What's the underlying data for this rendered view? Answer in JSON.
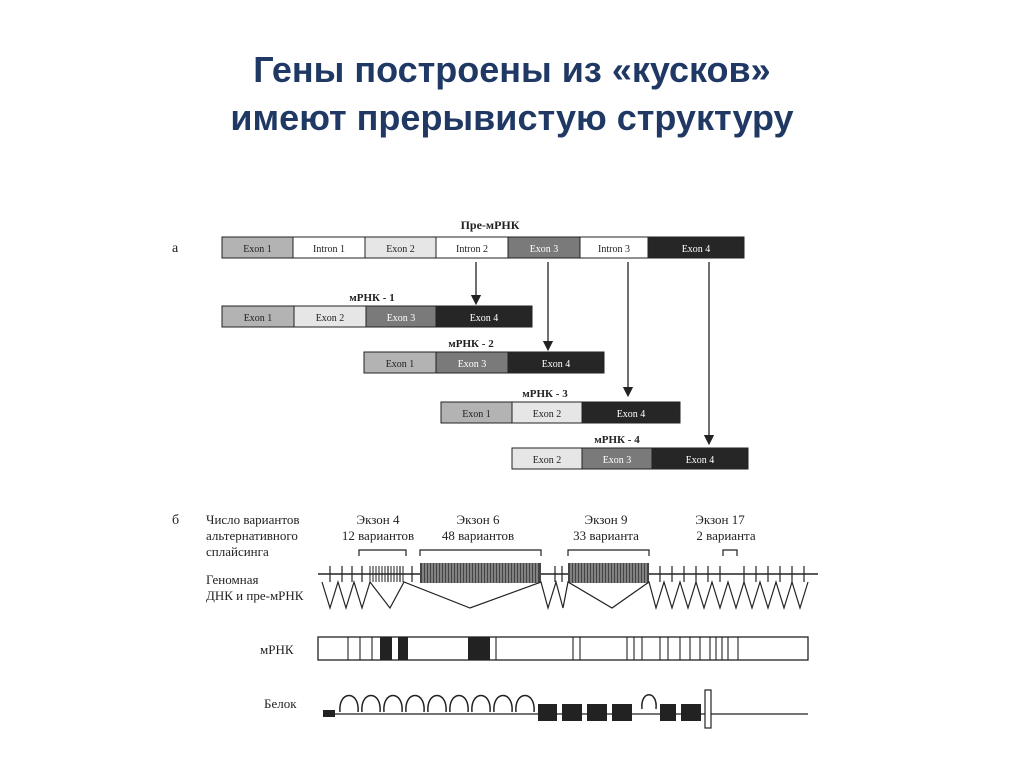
{
  "title": {
    "line1": "Гены построены из «кусков»",
    "line2": "имеют прерывистую структуру"
  },
  "panel_a": {
    "letter": "а",
    "pre_mrna_label": "Пре-мРНК",
    "pre_mrna_segments": [
      "Exon 1",
      "Intron 1",
      "Exon 2",
      "Intron 2",
      "Exon 3",
      "Intron 3",
      "Exon 4"
    ],
    "mrna": [
      {
        "label": "мРНК - 1",
        "segments": [
          "Exon 1",
          "Exon 2",
          "Exon 3",
          "Exon 4"
        ]
      },
      {
        "label": "мРНК - 2",
        "segments": [
          "Exon 1",
          "Exon 3",
          "Exon 4"
        ]
      },
      {
        "label": "мРНК - 3",
        "segments": [
          "Exon 1",
          "Exon 2",
          "Exon 4"
        ]
      },
      {
        "label": "мРНК - 4",
        "segments": [
          "Exon 2",
          "Exon 3",
          "Exon 4"
        ]
      }
    ]
  },
  "panel_b": {
    "letter": "б",
    "variants_label": [
      "Число вариантов",
      "альтернативного",
      "сплайсинга"
    ],
    "exons": [
      {
        "name": "Экзон 4",
        "variants": "12 вариантов"
      },
      {
        "name": "Экзон 6",
        "variants": "48 вариантов"
      },
      {
        "name": "Экзон 9",
        "variants": "33 варианта"
      },
      {
        "name": "Экзон 17",
        "variants": "2 варианта"
      }
    ],
    "genomic_label": [
      "Геномная",
      "ДНК и пре-мРНК"
    ],
    "mrna_label": "мРНК",
    "protein_label": "Белок"
  },
  "colors": {
    "title": "#1f3864",
    "exon_light": "#b3b3b3",
    "exon_mid": "#7a7a7a",
    "exon_dark": "#262626",
    "intron": "#ffffff",
    "line": "#222222"
  }
}
